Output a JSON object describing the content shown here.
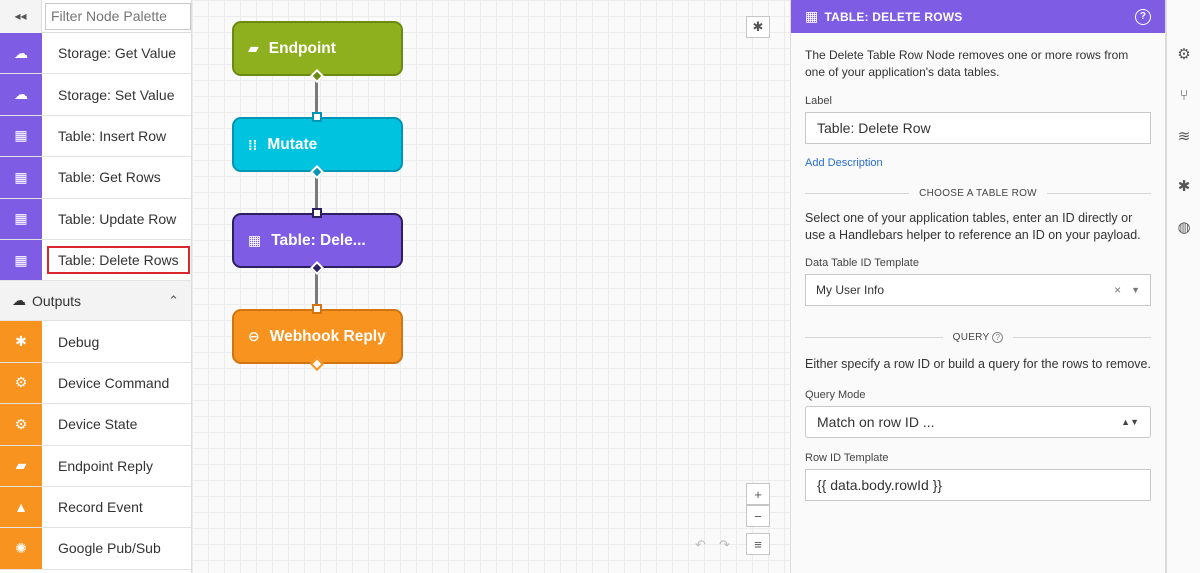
{
  "palette": {
    "collapse_glyph": "◂◂",
    "filter_placeholder": "Filter Node Palette",
    "items_top": [
      {
        "label": "Storage: Get Value",
        "icon": "cloud-download-icon",
        "glyph": "☁"
      },
      {
        "label": "Storage: Set Value",
        "icon": "cloud-upload-icon",
        "glyph": "☁"
      },
      {
        "label": "Table: Insert Row",
        "icon": "table-icon",
        "glyph": "▦"
      },
      {
        "label": "Table: Get Rows",
        "icon": "table-icon",
        "glyph": "▦"
      },
      {
        "label": "Table: Update Row",
        "icon": "table-icon",
        "glyph": "▦"
      },
      {
        "label": "Table: Delete Rows",
        "icon": "table-icon",
        "glyph": "▦"
      }
    ],
    "outputs_group": {
      "label": "Outputs",
      "glyph": "☁",
      "chevron": "⌃"
    },
    "items_outputs": [
      {
        "label": "Debug",
        "icon": "bug-icon",
        "glyph": "✱"
      },
      {
        "label": "Device Command",
        "icon": "device-command-icon",
        "glyph": "⚙"
      },
      {
        "label": "Device State",
        "icon": "device-state-icon",
        "glyph": "⚙"
      },
      {
        "label": "Endpoint Reply",
        "icon": "endpoint-icon",
        "glyph": "▰"
      },
      {
        "label": "Record Event",
        "icon": "alert-icon",
        "glyph": "▲"
      },
      {
        "label": "Google Pub/Sub",
        "icon": "pubsub-icon",
        "glyph": "✺"
      }
    ]
  },
  "canvas": {
    "nodes": [
      {
        "label": "Endpoint",
        "glyph": "▰",
        "icon": "endpoint-icon"
      },
      {
        "label": "Mutate",
        "glyph": "⁞⁞",
        "icon": "mutate-icon"
      },
      {
        "label": "Table: Dele...",
        "glyph": "▦",
        "icon": "table-icon"
      },
      {
        "label": "Webhook Reply",
        "glyph": "⊖",
        "icon": "link-icon"
      }
    ],
    "debug_glyph": "✱",
    "zoom_in": "+",
    "zoom_out": "−",
    "menu_glyph": "≡",
    "undo_glyph": "↶",
    "redo_glyph": "↷"
  },
  "panel": {
    "header_glyph": "▦",
    "title": "TABLE: DELETE ROWS",
    "help_glyph": "?",
    "description": "The Delete Table Row Node removes one or more rows from one of your application's data tables.",
    "label_field_label": "Label",
    "label_field_value": "Table: Delete Row",
    "add_description": "Add Description",
    "section_table": "CHOOSE A TABLE ROW",
    "table_help": "Select one of your application tables, enter an ID directly or use a Handlebars helper to reference an ID on your payload.",
    "table_field_label": "Data Table ID Template",
    "table_field_value": "My User Info",
    "clear_glyph": "×",
    "dropdown_glyph": "▼",
    "section_query": "QUERY",
    "query_help_glyph": "?",
    "query_help": "Either specify a row ID or build a query for the rows to remove.",
    "query_mode_label": "Query Mode",
    "query_mode_value": "Match on row ID ...",
    "updown_glyph": "▲▼",
    "row_id_label": "Row ID Template",
    "row_id_value": "{{ data.body.rowId }}"
  },
  "rail": {
    "icons": [
      {
        "name": "gear-icon",
        "glyph": "⚙"
      },
      {
        "name": "branch-icon",
        "glyph": "⑂"
      },
      {
        "name": "database-icon",
        "glyph": "≋"
      },
      {
        "name": "bug-icon",
        "glyph": "✱"
      },
      {
        "name": "globe-icon",
        "glyph": "◍"
      }
    ]
  }
}
